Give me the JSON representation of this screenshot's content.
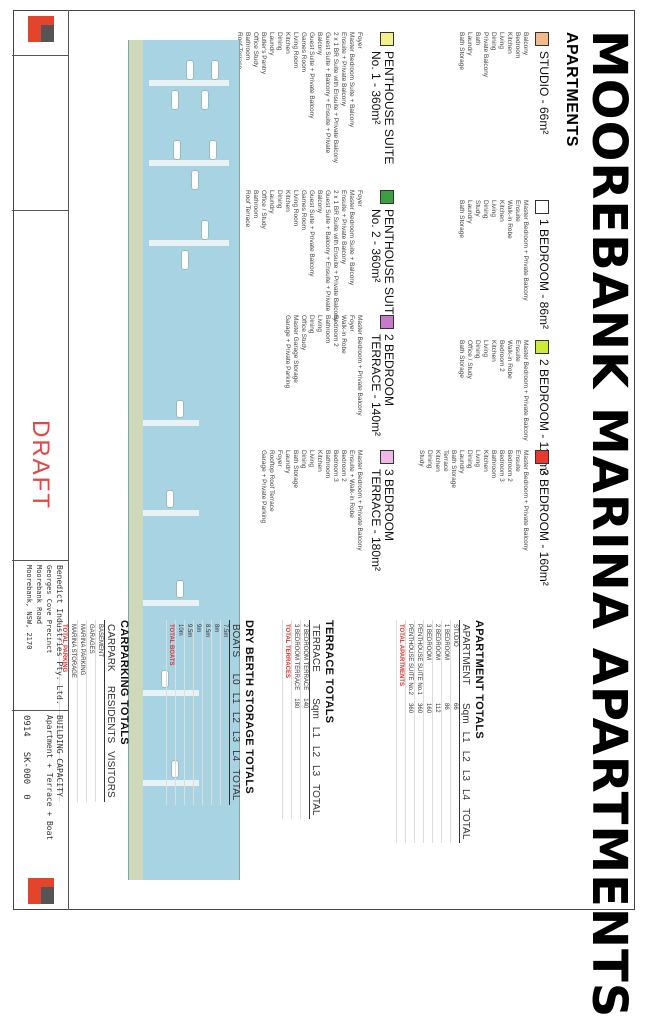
{
  "project": {
    "title": "MOOREBANK MARINA APARTMENTS",
    "section": "APARTMENTS"
  },
  "units": [
    {
      "id": "studio",
      "name": "STUDIO - 66m²",
      "color": "#f2b98c",
      "items": [
        "Balcony",
        "Bedroom",
        "Kitchen",
        "Living",
        "Dining",
        "Private Balcony",
        "Bath",
        "Laundry",
        "Bath Storage"
      ]
    },
    {
      "id": "1bed",
      "name": "1 BEDROOM - 86m²",
      "color": "#ffffff",
      "items": [
        "Master Bedroom + Private Balcony",
        "Ensuite",
        "Walk-in Robe",
        "Kitchen",
        "Living",
        "Dining",
        "Study",
        "Laundry",
        "Bath Storage"
      ]
    },
    {
      "id": "2bed",
      "name": "2 BEDROOM - 112m²",
      "color": "#cfe93a",
      "items": [
        "Master Bedroom + Private Balcony",
        "Ensuite",
        "Walk-in Robe",
        "Bedroom 2",
        "Kitchen",
        "Living",
        "Dining",
        "Office / Study",
        "Bath Storage"
      ]
    },
    {
      "id": "3bed",
      "name": "3 BEDROOM - 160m²",
      "color": "#e8382f",
      "items": [
        "Master Bedroom + Private Balcony",
        "Ensuite",
        "Bedroom 2",
        "Bedroom 3",
        "Bathroom",
        "Kitchen",
        "Living",
        "Dining",
        "Laundry",
        "Bath Storage",
        "Terrace",
        "Kitchen",
        "Dining",
        "Study"
      ]
    },
    {
      "id": "ph1",
      "name": "PENTHOUSE SUITE",
      "sub": "No. 1 - 360m²",
      "color": "#f4f08a",
      "items": [
        "Foyer",
        "Master Bedroom Suite + Balcony",
        "Ensuite + Private Balcony",
        "2 x 1 BR Suite with Ensuite + Private Balcony",
        "Guest Suite + Balcony + Ensuite + Private Balcony",
        "Guest Suite + Private Balcony",
        "Games Room",
        "Living Room",
        "Kitchen",
        "Dining",
        "Laundry",
        "Butler's Pantry",
        "Office Study",
        "Bathroom",
        "Roof Terrace"
      ]
    },
    {
      "id": "ph2",
      "name": "PENTHOUSE SUITE",
      "sub": "No. 2 - 360m²",
      "color": "#3aa040",
      "items": [
        "Foyer",
        "Master Bedroom Suite + Balcony",
        "Ensuite + Private Balcony",
        "2 x 1 BR Suite with Ensuite + Private Balcony",
        "Guest Suite + Balcony + Ensuite + Private Balcony",
        "Guest Suite + Private Balcony",
        "Games Room",
        "Living Room",
        "Kitchen",
        "Dining",
        "Laundry",
        "Office / Study",
        "Bathroom",
        "Roof Terrace"
      ]
    },
    {
      "id": "2bedt",
      "name": "2 BEDROOM",
      "sub": "TERRACE - 140m²",
      "color": "#c77ac9",
      "items": [
        "Master Bedroom + Private Balcony",
        "Foyer",
        "Walk-in Robe",
        "Bedroom 2",
        "Bathroom",
        "Living",
        "Dining",
        "Office Study",
        "Master Garage Storage",
        "Garage + Private Parking"
      ]
    },
    {
      "id": "3bedt",
      "name": "3 BEDROOM",
      "sub": "TERRACE - 180m²",
      "color": "#f0b8e6",
      "items": [
        "Master Bedroom + Private Balcony",
        "Ensuite + Walk-in Robe",
        "Bedroom 2",
        "Bedroom 3",
        "Bathroom",
        "Kitchen",
        "Living",
        "Dining",
        "Bath Storage",
        "Laundry",
        "Foyer",
        "Rooftop Roof Terrace",
        "Garage + Private Parking"
      ]
    }
  ],
  "tables": {
    "apartments": {
      "caption": "APARTMENT TOTALS",
      "headers": [
        "APARTMENT",
        "Sqm",
        "L1",
        "L2",
        "L3",
        "L4",
        "TOTAL"
      ],
      "rows": [
        [
          "STUDIO",
          "66",
          "",
          "",
          "",
          "",
          ""
        ],
        [
          "1 BEDROOM",
          "86",
          "",
          "",
          "",
          "",
          ""
        ],
        [
          "2 BEDROOM",
          "112",
          "",
          "",
          "",
          "",
          ""
        ],
        [
          "3 BEDROOM",
          "160",
          "",
          "",
          "",
          "",
          ""
        ],
        [
          "PENTHOUSE SUITE No.1",
          "360",
          "",
          "",
          "",
          "",
          ""
        ],
        [
          "PENTHOUSE SUITE No.2",
          "360",
          "",
          "",
          "",
          "",
          ""
        ]
      ],
      "total": [
        "TOTAL APARTMENTS",
        "",
        "",
        "",
        "",
        "",
        ""
      ]
    },
    "terraces": {
      "caption": "TERRACE TOTALS",
      "headers": [
        "TERRACE",
        "Sqm",
        "L1",
        "L2",
        "L3",
        "TOTAL"
      ],
      "rows": [
        [
          "2 BEDROOM TERRACE",
          "140",
          "",
          "",
          "",
          ""
        ],
        [
          "3 BEDROOM TERRACE",
          "180",
          "",
          "",
          "",
          ""
        ]
      ],
      "total": [
        "TOTAL TERRACES",
        "",
        "",
        "",
        "",
        ""
      ]
    },
    "boats": {
      "caption": "DRY BERTH STORAGE TOTALS",
      "headers": [
        "BOATS",
        "L0",
        "L1",
        "L2",
        "L3",
        "L4",
        "TOTAL"
      ],
      "rows": [
        [
          "7.5m",
          "",
          "",
          "",
          "",
          "",
          ""
        ],
        [
          "8m",
          "",
          "",
          "",
          "",
          "",
          ""
        ],
        [
          "8.5m",
          "",
          "",
          "",
          "",
          "",
          ""
        ],
        [
          "9m",
          "",
          "",
          "",
          "",
          "",
          ""
        ],
        [
          "9.5m",
          "",
          "",
          "",
          "",
          "",
          ""
        ],
        [
          "10m",
          "",
          "",
          "",
          "",
          "",
          ""
        ]
      ],
      "total": [
        "TOTAL BOATS",
        "",
        "",
        "",
        "",
        "",
        ""
      ]
    },
    "parking": {
      "caption": "CARPARKING TOTALS",
      "headers": [
        "CARPARK",
        "RESIDENTS",
        "VISITORS"
      ],
      "rows": [
        [
          "BASEMENT",
          "",
          ""
        ],
        [
          "GARAGES",
          "",
          ""
        ],
        [
          "MARINA PARKING",
          "",
          ""
        ],
        [
          "MARINA STORAGE",
          "",
          ""
        ]
      ],
      "total": [
        "TOTAL PARKING",
        "",
        ""
      ]
    }
  },
  "titleblock": {
    "client_1": "Benedict Industries Pty. Ltd.",
    "client_2": "Georges Cove Precinct",
    "client_3": "Moorebank Road",
    "client_4": "Moorebank, NSW, 2170",
    "drawing_1": "BUILDING CAPACITY",
    "drawing_2": "Apartment + Terrace + Boat",
    "job": "0914",
    "sheet": "SK-000",
    "rev": "0",
    "stamp": "DRAFT"
  },
  "colors": {
    "draft": "#e04848",
    "water": "#a8d3e3",
    "logo": "#e2452c"
  }
}
